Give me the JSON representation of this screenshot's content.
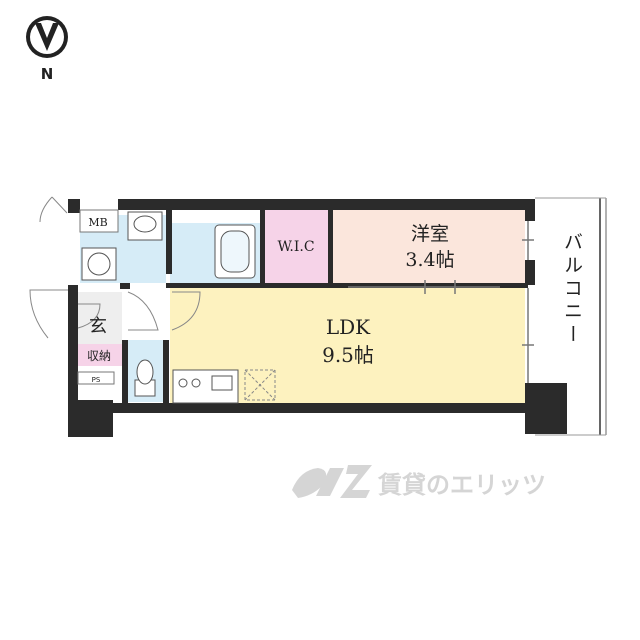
{
  "compass": {
    "label": "N",
    "icon": "north-arrow-icon"
  },
  "rooms": {
    "mb": {
      "label": "MB"
    },
    "wic": {
      "label": "W.I.C",
      "color": "#f6d3e8"
    },
    "western": {
      "name": "洋室",
      "size": "3.4帖",
      "color": "#fbe6dc"
    },
    "ldk": {
      "name": "LDK",
      "size": "9.5帖",
      "color": "#fdf2bf"
    },
    "entrance": {
      "label": "玄"
    },
    "storage": {
      "label": "収納",
      "color": "#f6d3e8"
    },
    "ps": {
      "label": "PS"
    },
    "balcony": {
      "label": "バルコニー"
    }
  },
  "wet_area_color": "#d6ecf7",
  "wall_color": "#2b2b2b",
  "watermark": {
    "text": "賃貸のエリッツ",
    "logo": "eitz-logo"
  }
}
